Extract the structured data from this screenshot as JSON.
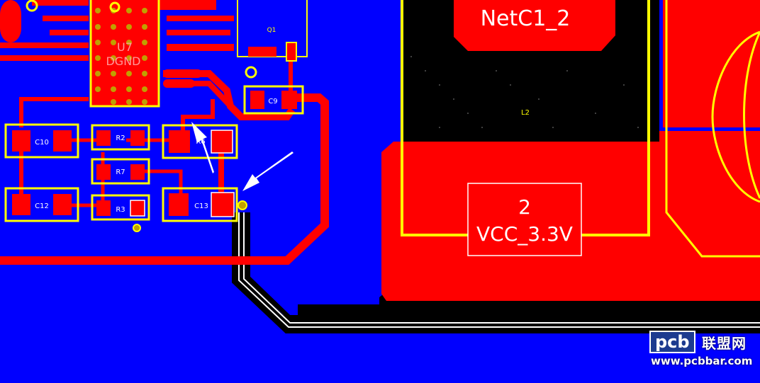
{
  "layers": {
    "top_copper": "#ff0000",
    "bottom_copper": "#0000ff",
    "silkscreen": "#ffff00",
    "background": "#000000",
    "arrow": "#ffffff",
    "via_ring": "#c0a000"
  },
  "components": {
    "q1": "Q1",
    "c9": "C9",
    "c10": "C10",
    "c12": "C12",
    "c13": "C13",
    "r2": "R2",
    "r7": "R7",
    "r3": "R3",
    "r6": "R6",
    "l2": "L2",
    "u1": "U7",
    "u1_net": "DGND"
  },
  "pads": {
    "netc1_2": "NetC1_2",
    "pad2_number": "2",
    "pad2_net": "VCC_3.3V"
  },
  "watermark": {
    "logo": "pcb",
    "cn": "联盟网",
    "url": "www.pcbbar.com"
  }
}
